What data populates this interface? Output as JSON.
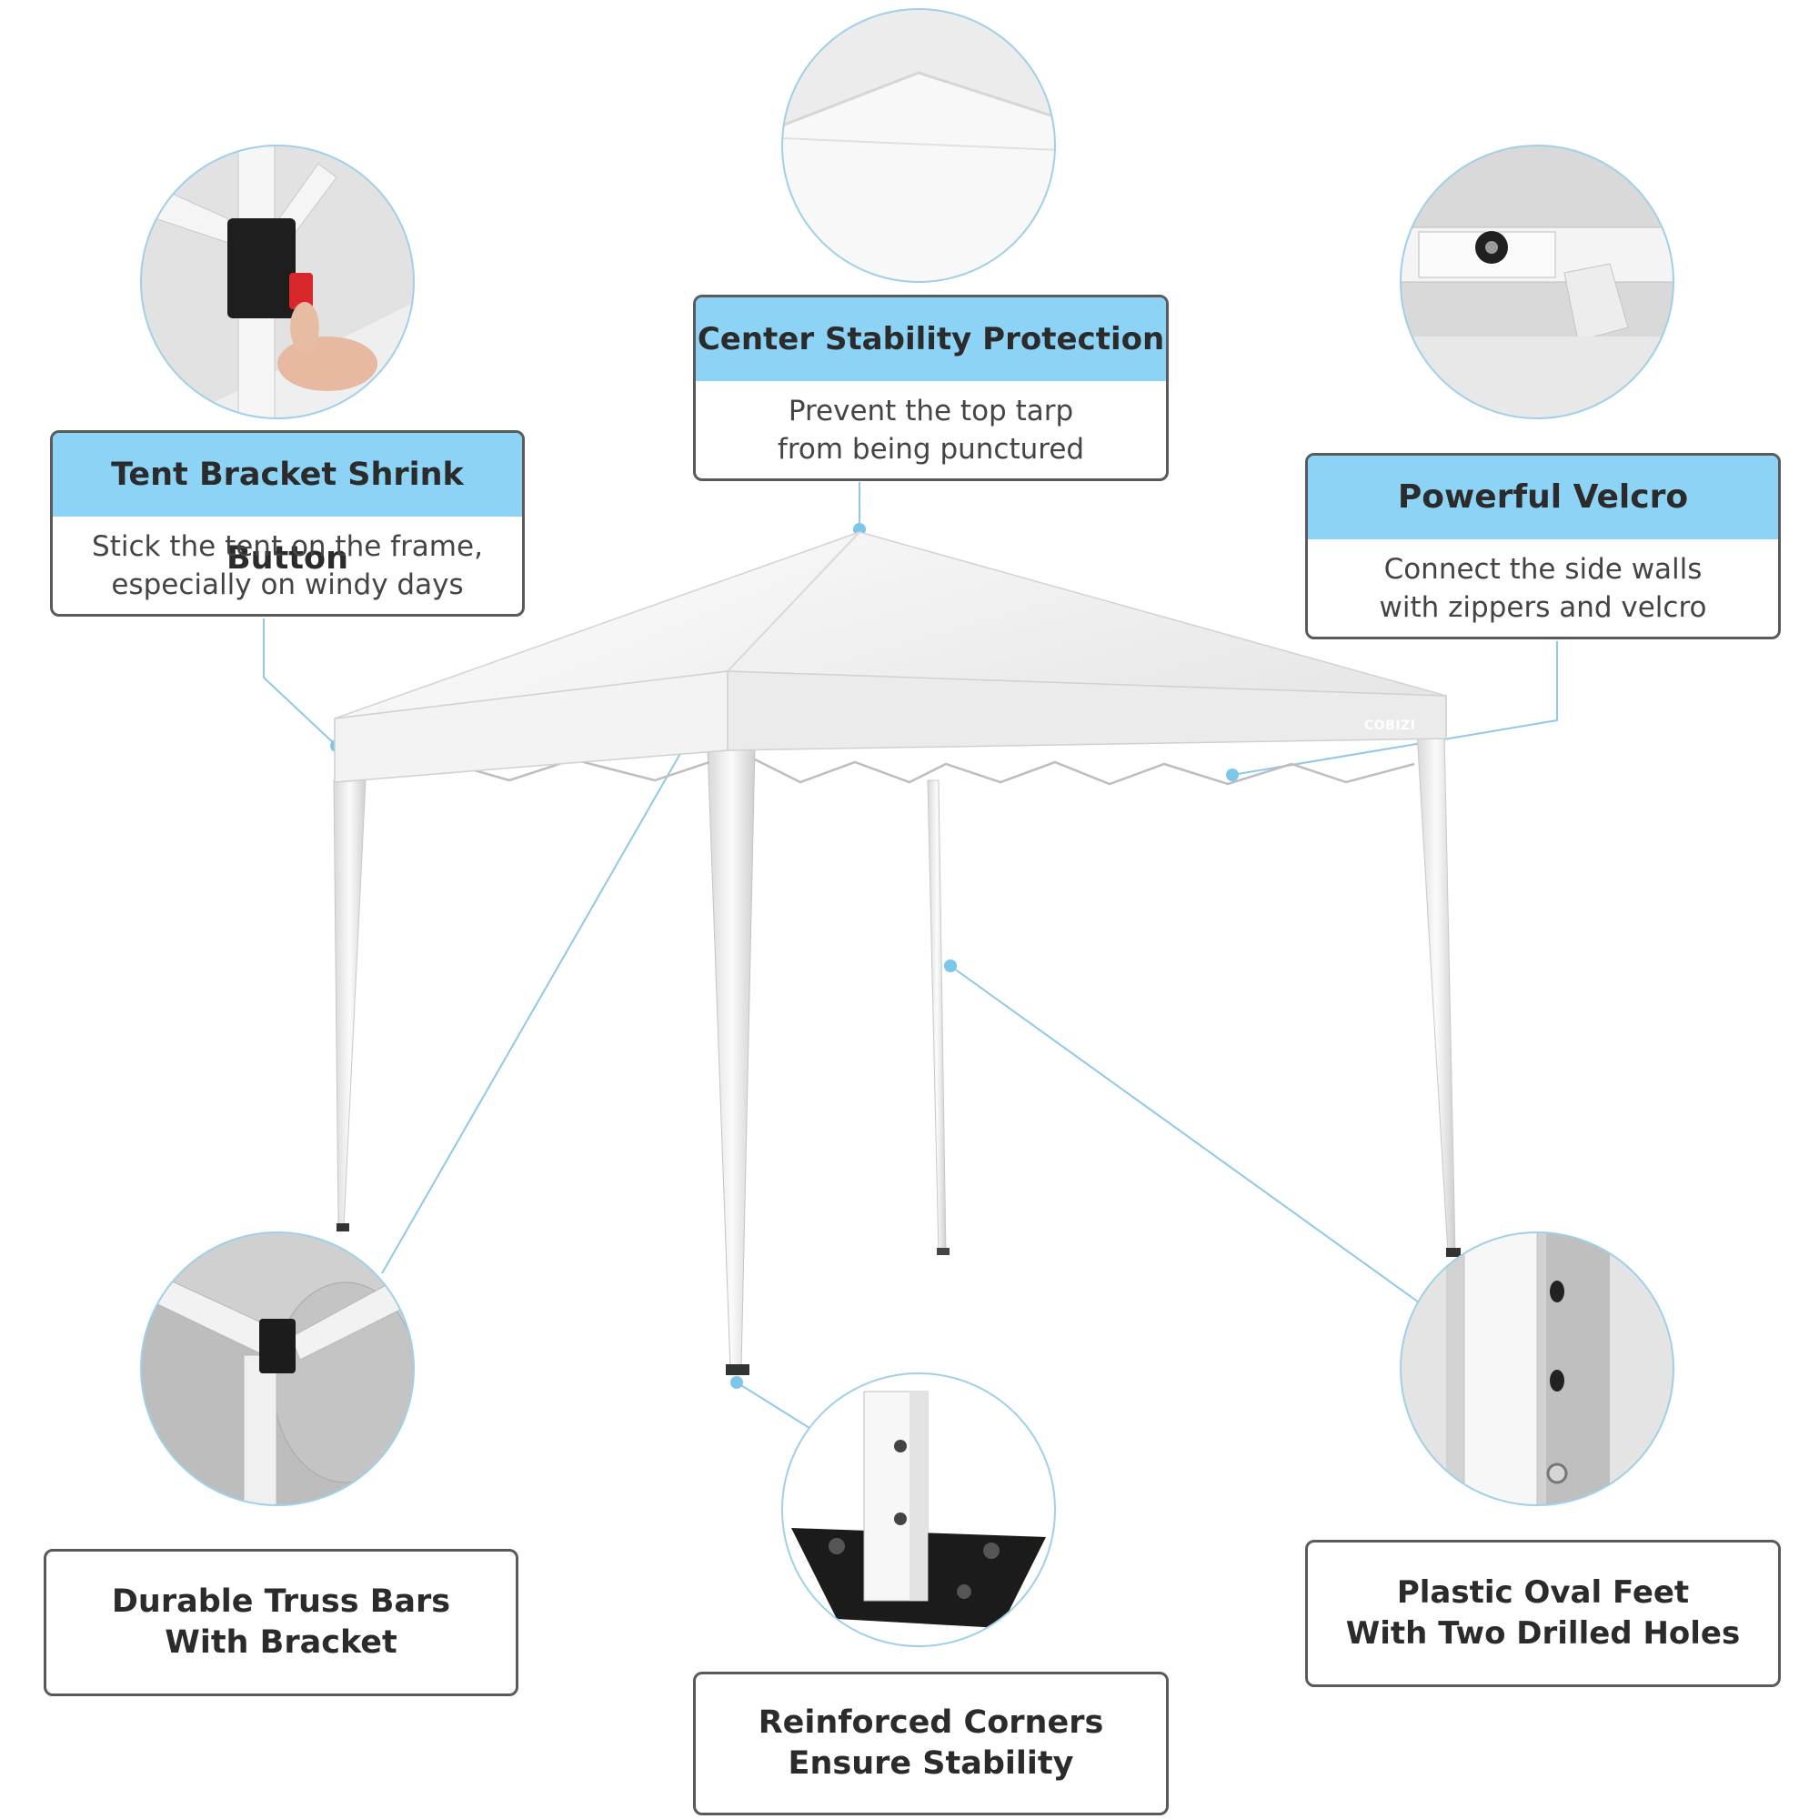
{
  "brand_mark": "COBIZI",
  "callouts": {
    "tent_bracket": {
      "title": "Tent Bracket Shrink Button",
      "lines": [
        "Stick the tent on the frame,",
        "especially on windy days"
      ]
    },
    "center_stability": {
      "title": "Center Stability Protection",
      "lines": [
        "Prevent the top tarp",
        "from being punctured"
      ]
    },
    "velcro": {
      "title": "Powerful Velcro",
      "lines": [
        "Connect the side walls",
        "with zippers and velcro"
      ]
    },
    "truss_bars": {
      "lines": [
        "Durable Truss Bars",
        "With Bracket"
      ]
    },
    "reinforced_corners": {
      "lines": [
        "Reinforced Corners",
        "Ensure Stability"
      ]
    },
    "oval_feet": {
      "lines": [
        "Plastic Oval Feet",
        "With Two Drilled Holes"
      ]
    }
  },
  "colors": {
    "header_fill": "#8cd3f5",
    "connector_line": "#8fc9e6",
    "circle_border": "#9fd0e8",
    "box_border": "#5a5a5a"
  }
}
